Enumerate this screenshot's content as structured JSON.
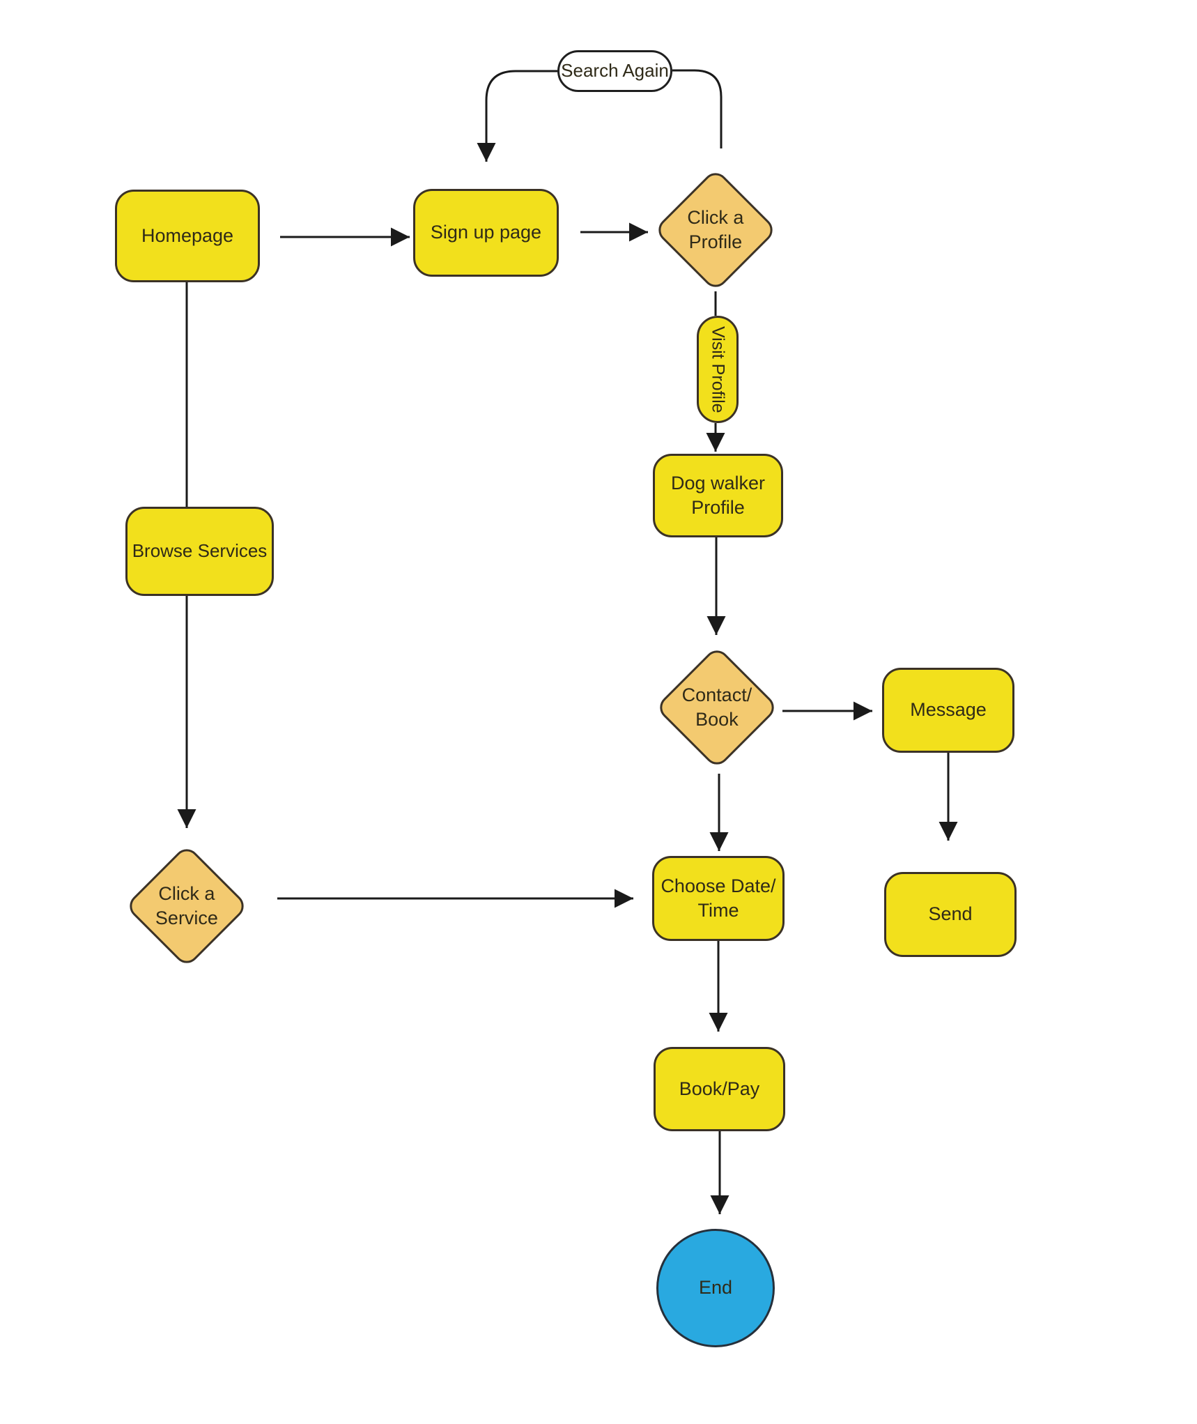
{
  "diagram": {
    "nodes": {
      "search_again": {
        "label": "Search Again",
        "type": "connector",
        "fill": "#ffffff"
      },
      "homepage": {
        "label": "Homepage",
        "type": "process",
        "fill": "#f2e01c"
      },
      "signup": {
        "label": "Sign up page",
        "type": "process",
        "fill": "#f2e01c"
      },
      "click_profile": {
        "label": "Click a\nProfile",
        "type": "decision",
        "fill": "#f3ca70"
      },
      "visit_profile": {
        "label": "Visit Profile",
        "type": "connector",
        "fill": "#f2e01c"
      },
      "dog_walker": {
        "label": "Dog walker\nProfile",
        "type": "process",
        "fill": "#f2e01c"
      },
      "browse_services": {
        "label": "Browse Services",
        "type": "process",
        "fill": "#f2e01c"
      },
      "contact_book": {
        "label": "Contact/\nBook",
        "type": "decision",
        "fill": "#f3ca70"
      },
      "message": {
        "label": "Message",
        "type": "process",
        "fill": "#f2e01c"
      },
      "click_service": {
        "label": "Click a\nService",
        "type": "decision",
        "fill": "#f3ca70"
      },
      "choose_datetime": {
        "label": "Choose Date/\nTime",
        "type": "process",
        "fill": "#f2e01c"
      },
      "send": {
        "label": "Send",
        "type": "process",
        "fill": "#f2e01c"
      },
      "book_pay": {
        "label": "Book/Pay",
        "type": "process",
        "fill": "#f2e01c"
      },
      "end": {
        "label": "End",
        "type": "terminator",
        "fill": "#29a9e0"
      }
    },
    "edges": [
      {
        "from": "homepage",
        "to": "signup",
        "arrowhead": true
      },
      {
        "from": "signup",
        "to": "click_profile",
        "arrowhead": true
      },
      {
        "from": "click_profile",
        "to": "search_again",
        "arrowhead": false
      },
      {
        "from": "search_again",
        "to": "signup",
        "arrowhead": true
      },
      {
        "from": "click_profile",
        "to": "visit_profile",
        "arrowhead": false
      },
      {
        "from": "visit_profile",
        "to": "dog_walker",
        "arrowhead": true
      },
      {
        "from": "dog_walker",
        "to": "contact_book",
        "arrowhead": true
      },
      {
        "from": "contact_book",
        "to": "message",
        "arrowhead": true
      },
      {
        "from": "contact_book",
        "to": "choose_datetime",
        "arrowhead": true
      },
      {
        "from": "message",
        "to": "send",
        "arrowhead": true
      },
      {
        "from": "homepage",
        "to": "browse_services",
        "arrowhead": false
      },
      {
        "from": "browse_services",
        "to": "click_service",
        "arrowhead": true
      },
      {
        "from": "click_service",
        "to": "choose_datetime",
        "arrowhead": true
      },
      {
        "from": "choose_datetime",
        "to": "book_pay",
        "arrowhead": true
      },
      {
        "from": "book_pay",
        "to": "end",
        "arrowhead": true
      }
    ],
    "colors": {
      "process_fill": "#f2e01c",
      "decision_fill": "#f3ca70",
      "terminator_fill": "#29a9e0",
      "connector_fill": "#ffffff",
      "stroke": "#3b3226",
      "line": "#1a1a1a",
      "text": "#2f2a18"
    }
  }
}
